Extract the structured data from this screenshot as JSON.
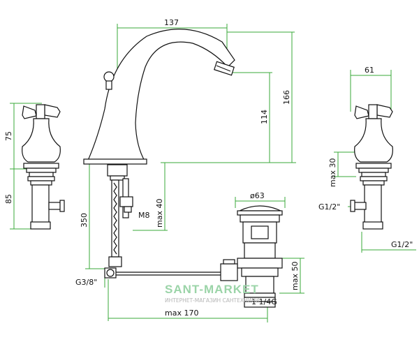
{
  "dimensions": {
    "spout_reach": "137",
    "handle_width": "61",
    "total_height": "166",
    "spout_height": "114",
    "handle_height": "75",
    "handle_shank": "85",
    "max_30": "max 30",
    "max_40": "max 40",
    "m8": "M8",
    "hose_350": "350",
    "g38": "G3/8\"",
    "g12_left": "G1/2\"",
    "g12_right": "G1/2\"",
    "waste_dia": "ø63",
    "max_50": "max 50",
    "waste_thread": "1 1/4G",
    "max_170": "max  170"
  },
  "watermark": {
    "brand": "SANT-MARKET",
    "tagline": "ИНТЕРНЕТ-МАГАЗИН САНТЕХНИКИ"
  },
  "colors": {
    "dimension_line": "#3aa83a",
    "outline": "#111111",
    "watermark": "#9bd4a8"
  }
}
